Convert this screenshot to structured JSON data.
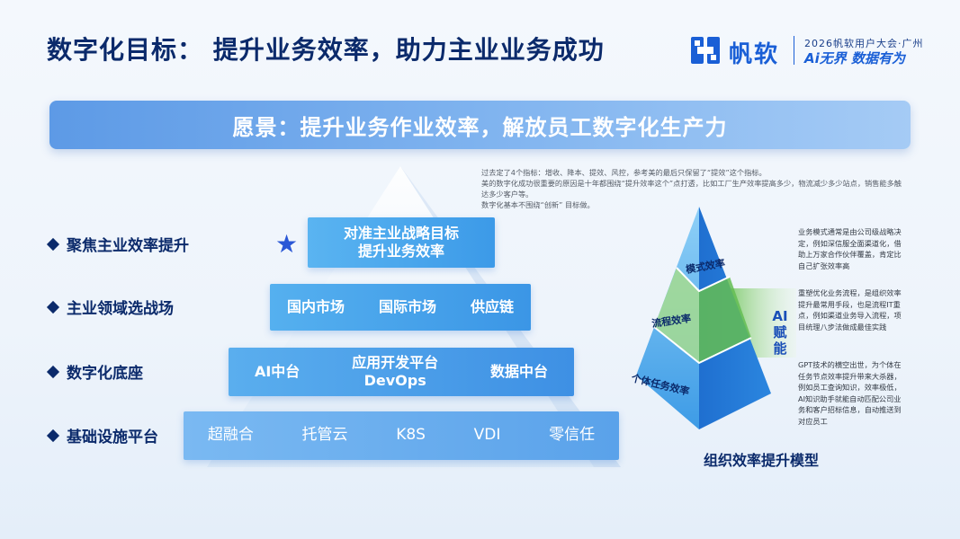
{
  "header": {
    "title": "数字化目标： 提升业务效率，助力主业业务成功",
    "logo_text": "帆软",
    "event_line1": "2026帆软用户大会·广州",
    "event_line2": "Ai无界 数据有为"
  },
  "vision": "愿景：提升业务作业效率，解放员工数字化生产力",
  "left_labels": [
    "聚焦主业效率提升",
    "主业领域选战场",
    "数字化底座",
    "基础设施平台"
  ],
  "pyramid": {
    "tier1": [
      "对准主业战略目标",
      "提升业务效率"
    ],
    "tier2": [
      "国内市场",
      "国际市场",
      "供应链"
    ],
    "tier3": [
      "AI中台",
      "应用开发平台",
      "DevOps",
      "数据中台"
    ],
    "tier4": [
      "超融合",
      "托管云",
      "K8S",
      "VDI",
      "零信任"
    ]
  },
  "note_lines": [
    "过去定了4个指标：增收、降本、提效、风控，参考美的最后只保留了“提效”这个指标。",
    "美的数字化成功很重要的原因是十年都围绕“提升效率这个”点打透，比如工厂生产效率提高多少，物流减少多少站点，销售能多触达多少客户等。",
    "数字化基本不围绕“创新” 目标做。"
  ],
  "model": {
    "layers": [
      "模式效率",
      "流程效率",
      "个体任务效率"
    ],
    "ai_label": "AI赋能",
    "caption": "组织效率提升模型",
    "descriptions": [
      "业务模式通常是由公司级战略决定，例如深信服全面渠道化，借助上万家合作伙伴覆盖，肯定比自己扩张效率高",
      "重塑优化业务流程，是组织效率提升最常用手段，也是流程IT重点，例如渠道业务导入流程，项目统理八步法做成最佳实践",
      "GPT技术的横空出世，为个体在任务节点效率提升带来大杀器，例如员工查询知识，效率极低，AI知识助手就能自动匹配公司业务和客户招标信息，自动推送到对应员工"
    ]
  },
  "colors": {
    "brand": "#1a5fd6",
    "navy": "#0b2a6b",
    "ai_green": "#7cc96a"
  }
}
